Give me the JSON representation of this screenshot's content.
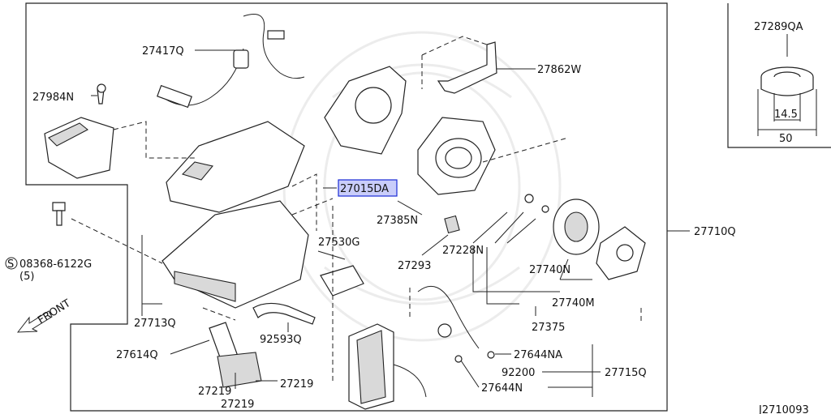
{
  "labels": {
    "p27417Q": "27417Q",
    "p27984N": "27984N",
    "p27862W": "27862W",
    "p27015DA": "27015DA",
    "p27385N": "27385N",
    "p27530G": "27530G",
    "p27293": "27293",
    "p27228N": "27228N",
    "p27710Q": "27710Q",
    "p08368": "08368-6122G",
    "p08368_qty": "(5)",
    "p27713Q": "27713Q",
    "p92593Q": "92593Q",
    "p27740N": "27740N",
    "p27740M": "27740M",
    "p27375": "27375",
    "p27614Q": "27614Q",
    "p27644NA": "27644NA",
    "p92200": "92200",
    "p27715Q": "27715Q",
    "p27644N": "27644N",
    "p27219a": "27219",
    "p27219b": "27219",
    "p27219c": "27219",
    "front": "FRONT",
    "screw_symbol": "S",
    "inset_part": "27289QA",
    "dim_inner": "14.5",
    "dim_outer": "50",
    "diagram_id": "J2710093"
  },
  "highlight_color": "#c9cdfa"
}
